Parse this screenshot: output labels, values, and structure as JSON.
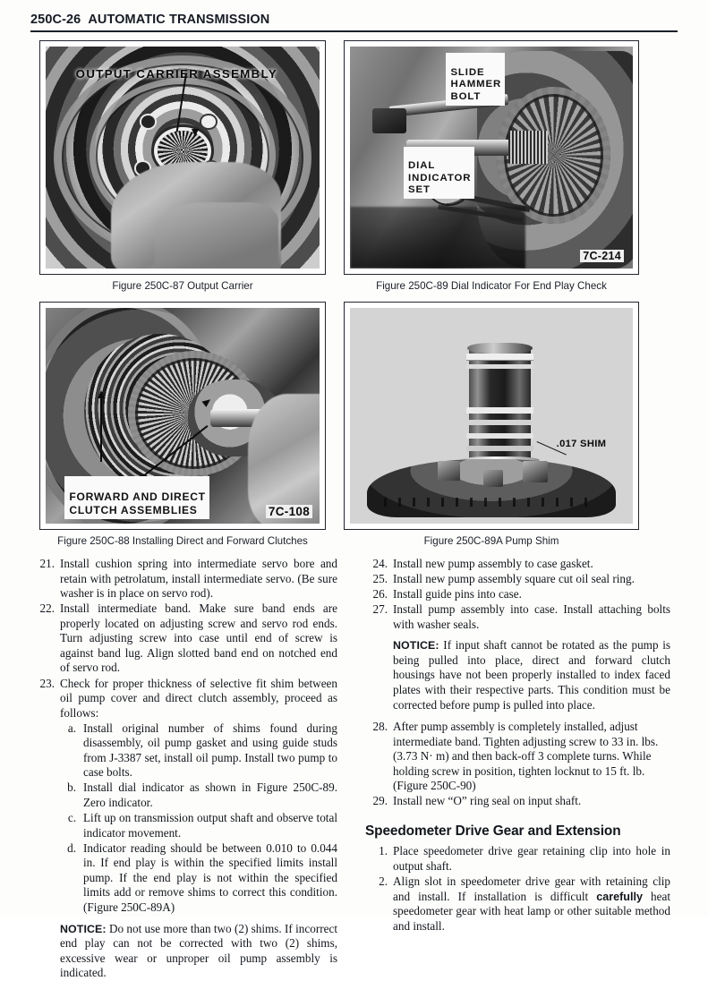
{
  "header": {
    "folio": "250C-26",
    "title": "AUTOMATIC TRANSMISSION"
  },
  "figures": [
    {
      "id": "fig-250c-87",
      "caption": "Figure 250C-87 Output Carrier",
      "labels": [
        {
          "name": "output-carrier-assembly-label",
          "text": "OUTPUT CARRIER ASSEMBLY"
        }
      ],
      "corner_code": ""
    },
    {
      "id": "fig-250c-89",
      "caption": "Figure 250C-89 Dial Indicator For End Play Check",
      "labels": [
        {
          "name": "slide-hammer-bolt-label",
          "text": "SLIDE\nHAMMER\nBOLT"
        },
        {
          "name": "dial-indicator-set-label",
          "text": "DIAL\nINDICATOR\nSET"
        }
      ],
      "corner_code": "7C-214"
    },
    {
      "id": "fig-250c-88",
      "caption": "Figure 250C-88 Installing Direct and Forward Clutches",
      "labels": [
        {
          "name": "forward-and-direct-clutch-assemblies-label",
          "text": "FORWARD AND DIRECT\nCLUTCH ASSEMBLIES"
        }
      ],
      "corner_code": "7C-108"
    },
    {
      "id": "fig-250c-89a",
      "caption": "Figure 250C-89A Pump Shim",
      "labels": [
        {
          "name": "shim-thickness-label",
          "text": ".017 SHIM"
        }
      ],
      "corner_code": ""
    }
  ],
  "left_column": {
    "steps": [
      {
        "num": "21.",
        "text": "Install cushion spring into intermediate servo bore and retain with petrolatum, install intermediate servo. (Be sure washer is in place on servo rod)."
      },
      {
        "num": "22.",
        "text": "Install intermediate band. Make sure band ends are properly located on adjusting screw and servo rod ends. Turn adjusting screw into case until end of screw is against band lug. Align slotted band end on notched end of servo rod."
      },
      {
        "num": "23.",
        "text": "Check for proper thickness of selective fit shim between oil pump cover and direct clutch assembly, proceed as follows:",
        "substeps": [
          {
            "num": "a.",
            "text": "Install original number of shims found during disassembly, oil pump gasket and using guide studs from J-3387 set, install oil pump. Install two pump to case bolts."
          },
          {
            "num": "b.",
            "text": "Install dial indicator as shown in Figure 250C-89. Zero indicator."
          },
          {
            "num": "c.",
            "text": "Lift up on transmission output shaft and observe total indicator movement."
          },
          {
            "num": "d.",
            "text": "Indicator reading should be between 0.010 to 0.044 in. If end play is within the specified limits install pump. If the end play is not within the specified limits add or remove shims to correct this condition. (Figure 250C-89A)"
          }
        ]
      }
    ],
    "notice": {
      "lead": "NOTICE:",
      "text": " Do not use more than two (2) shims. If incorrect end play can not be corrected with two (2) shims, excessive wear or unproper oil pump assembly is indicated."
    }
  },
  "right_column": {
    "steps": [
      {
        "num": "24.",
        "text": "Install new pump assembly to case gasket."
      },
      {
        "num": "25.",
        "text": "Install new pump assembly square cut oil seal ring."
      },
      {
        "num": "26.",
        "text": "Install guide pins into case."
      },
      {
        "num": "27.",
        "text": "Install pump assembly into case. Install attaching bolts with washer seals."
      }
    ],
    "notice": {
      "lead": "NOTICE:",
      "text": " If input shaft cannot be rotated as the pump is being pulled into place, direct and forward clutch housings have not been properly installed to index faced plates with their respective parts. This condition must be corrected before pump is pulled into place."
    },
    "steps_after": [
      {
        "num": "28.",
        "text": "After pump assembly is completely installed, adjust intermediate band. Tighten adjusting screw to 33 in. lbs. (3.73 N· m) and then back-off 3 complete turns. While holding screw in position, tighten locknut to 15 ft. lb. (Figure 250C-90)"
      },
      {
        "num": "29.",
        "text": "Install new “O” ring seal on input shaft."
      }
    ],
    "section": {
      "heading": "Speedometer Drive Gear and Extension",
      "steps": [
        {
          "num": "1.",
          "text": "Place speedometer drive gear retaining clip into hole in output shaft."
        },
        {
          "num": "2.",
          "text_before": "Align slot in speedometer drive gear with retaining clip and install. If installation is difficult ",
          "emphasis": "carefully",
          "text_after": " heat speedometer gear with heat lamp or other suitable method and install."
        }
      ]
    }
  }
}
